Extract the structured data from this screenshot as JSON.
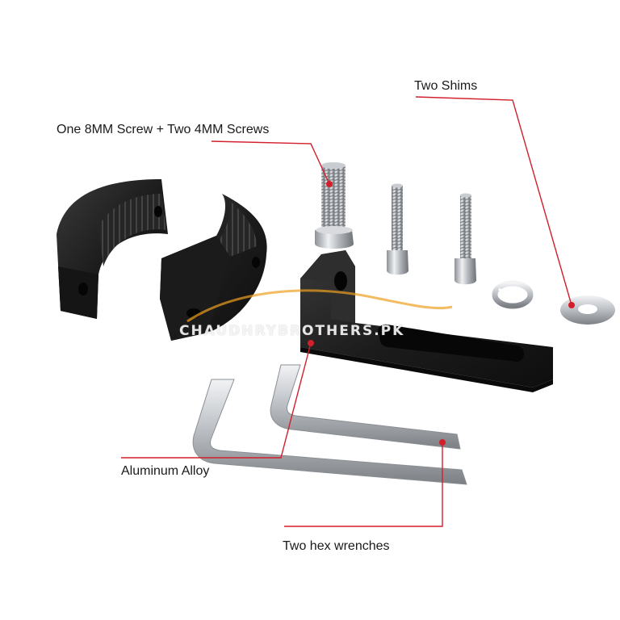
{
  "labels": {
    "screws": "One 8MM Screw + Two 4MM Screws",
    "shims": "Two Shims",
    "alloy": "Aluminum Alloy",
    "hex": "Two hex wrenches"
  },
  "watermark": "CHAUDHRYBROTHERS.PK",
  "colors": {
    "callout_line": "#d21f2b",
    "metal_black": "#1f1f1f",
    "steel": "#bfc3c7",
    "watermark_swoosh": "#f0a020"
  }
}
